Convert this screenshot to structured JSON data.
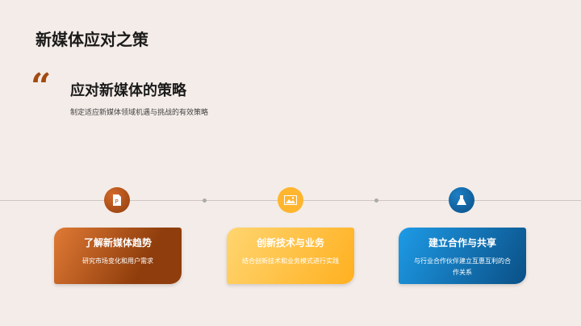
{
  "title": "新媒体应对之策",
  "section": {
    "quote_mark": "“",
    "heading": "应对新媒体的策略",
    "subtitle": "制定适应新媒体领域机遇与挑战的有效策略"
  },
  "cards": [
    {
      "icon": "document-p-icon",
      "title": "了解新媒体趋势",
      "desc": "研究市场变化和用户需求",
      "colors": [
        "#e07a35",
        "#8f3d0c"
      ]
    },
    {
      "icon": "image-icon",
      "title": "创新技术与业务",
      "desc": "结合创新技术和业务模式进行实践",
      "colors": [
        "#ffd36e",
        "#ffb020"
      ]
    },
    {
      "icon": "flask-icon",
      "title": "建立合作与共享",
      "desc": "与行业合作伙伴建立互惠互利的合作关系",
      "colors": [
        "#1e9be6",
        "#0a4f86"
      ]
    }
  ]
}
